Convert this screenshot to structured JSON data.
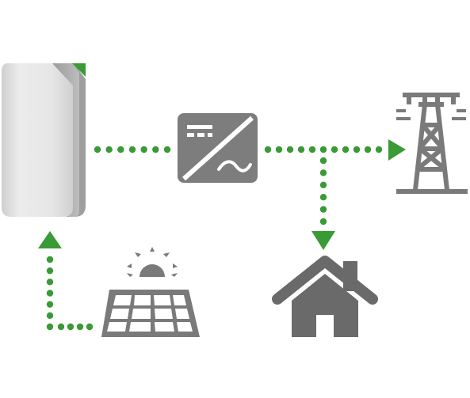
{
  "diagram": {
    "nodes": [
      {
        "id": "battery",
        "icon": "battery-storage-icon"
      },
      {
        "id": "inverter",
        "icon": "inverter-dc-ac-icon"
      },
      {
        "id": "grid",
        "icon": "transmission-tower-icon"
      },
      {
        "id": "house",
        "icon": "house-icon"
      },
      {
        "id": "solar",
        "icon": "solar-panel-icon"
      }
    ],
    "flows": [
      {
        "from": "battery",
        "to": "inverter",
        "arrow": false
      },
      {
        "from": "inverter",
        "to": "grid",
        "arrow": true
      },
      {
        "from": "inverter",
        "to": "house",
        "arrow": true
      },
      {
        "from": "solar",
        "to": "battery",
        "arrow": true
      }
    ]
  },
  "colors": {
    "accent": "#3a9a35",
    "icon": "#7a7a7a",
    "icon_dark": "#666666",
    "battery_body": "#e2e2e2",
    "background": "#ffffff"
  }
}
